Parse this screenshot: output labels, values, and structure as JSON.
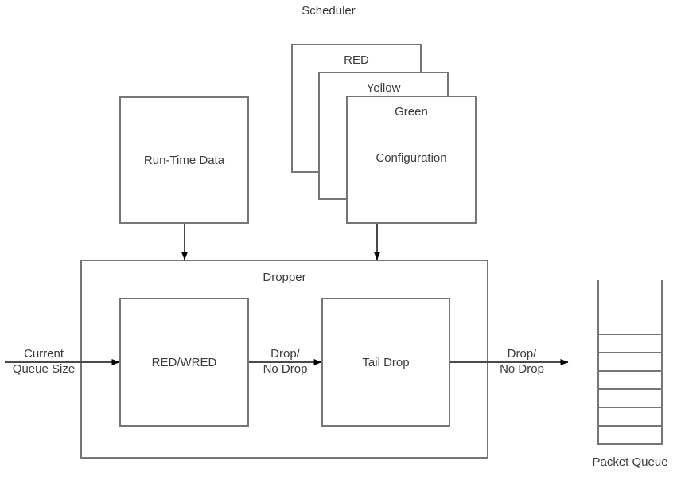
{
  "diagram": {
    "title": "Scheduler",
    "nodes": {
      "scheduler_label": "Scheduler",
      "run_time_data": "Run-Time Data",
      "config_red": "RED",
      "config_yellow": "Yellow",
      "config_green": "Green",
      "config_body": "Configuration",
      "dropper_title": "Dropper",
      "red_wred": "RED/WRED",
      "tail_drop": "Tail Drop",
      "packet_queue_label": "Packet Queue"
    },
    "edge_labels": {
      "input_line1": "Current",
      "input_line2": "Queue Size",
      "mid_line1": "Drop/",
      "mid_line2": "No Drop",
      "out_line1": "Drop/",
      "out_line2": "No Drop"
    },
    "packet_queue": {
      "slot_count": 6,
      "slot_tops": [
        421,
        443,
        466,
        488,
        511,
        535
      ]
    },
    "colors": {
      "stroke": "#767676",
      "text": "#3b3b3b",
      "background": "#ffffff",
      "arrow": "#000000"
    }
  }
}
